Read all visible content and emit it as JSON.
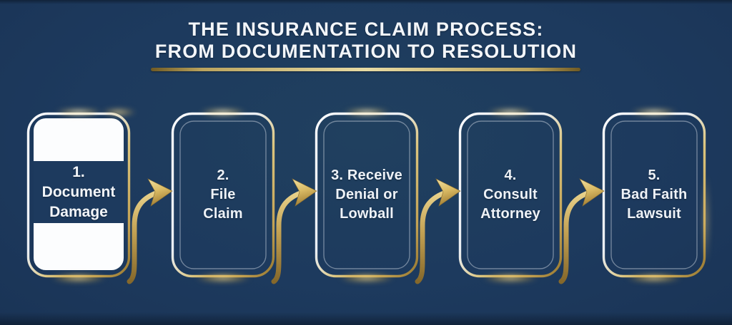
{
  "title": {
    "line1": "THE INSURANCE CLAIM PROCESS:",
    "line2": "FROM DOCUMENTATION TO RESOLUTION"
  },
  "steps": [
    {
      "name": "document-damage",
      "highlighted": true,
      "lines": [
        "1.",
        "Document",
        "Damage"
      ]
    },
    {
      "name": "file-claim",
      "highlighted": false,
      "lines": [
        "2.",
        "File",
        "Claim"
      ]
    },
    {
      "name": "receive-denial",
      "highlighted": false,
      "lines": [
        "3. Receive",
        "Denial or",
        "Lowball"
      ]
    },
    {
      "name": "consult-attorney",
      "highlighted": false,
      "lines": [
        "4.",
        "Consult",
        "Attorney"
      ]
    },
    {
      "name": "bad-faith-lawsuit",
      "highlighted": false,
      "lines": [
        "5.",
        "Bad Faith",
        "Lawsuit"
      ]
    }
  ],
  "icons": {
    "connector": "curved-right-arrow-icon"
  },
  "colors": {
    "background": "#1d3a5e",
    "gold": "#c9a653",
    "gold_light": "#e8d18a",
    "text": "#f3f6fa",
    "card_fill": "#fcfdfe",
    "frame_white": "#f6f8fb"
  }
}
